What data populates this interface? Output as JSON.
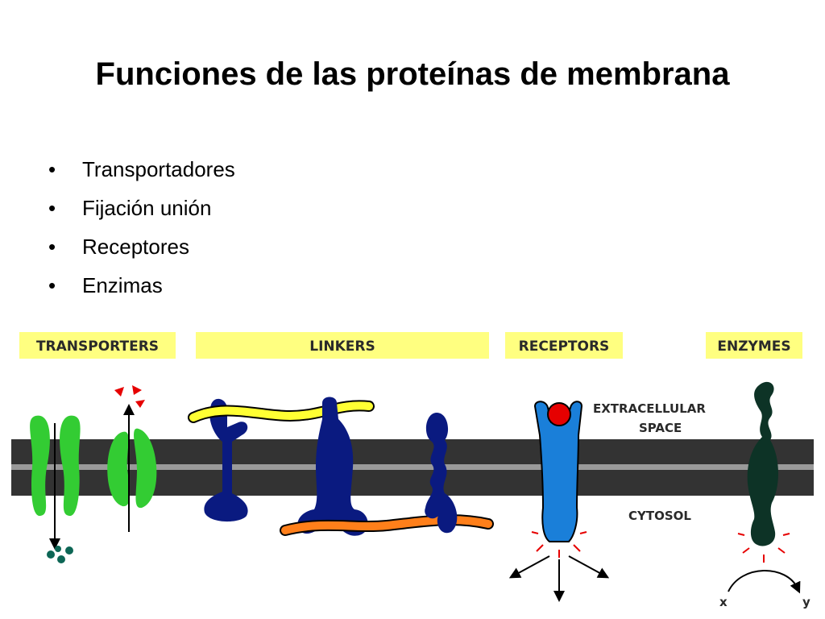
{
  "slide": {
    "title": "Funciones de las proteínas de membrana",
    "bullets": [
      "Transportadores",
      "Fijación unión",
      "Receptores",
      "Enzimas"
    ],
    "bullet_glyph": "•"
  },
  "diagram": {
    "categories": {
      "transporters": "TRANSPORTERS",
      "linkers": "LINKERS",
      "receptors": "RECEPTORS",
      "enzymes": "ENZYMES"
    },
    "labels": {
      "extracellular_line1": "EXTRACELLULAR",
      "extracellular_line2": "SPACE",
      "cytosol": "CYTOSOL",
      "substrate_x": "x",
      "product_y": "y"
    },
    "colors": {
      "label_box": "#ffff80",
      "membrane": "#333333",
      "membrane_stripe": "#9a9a9a",
      "transporter": "#33cc33",
      "linker": "#0a1a80",
      "yellow_fiber": "#ffff33",
      "orange_fiber": "#ff7f1a",
      "receptor": "#1a7fd9",
      "ligand": "#e60000",
      "enzyme": "#0d3326",
      "solute_red": "#e60000",
      "solute_teal": "#0d6655"
    }
  }
}
